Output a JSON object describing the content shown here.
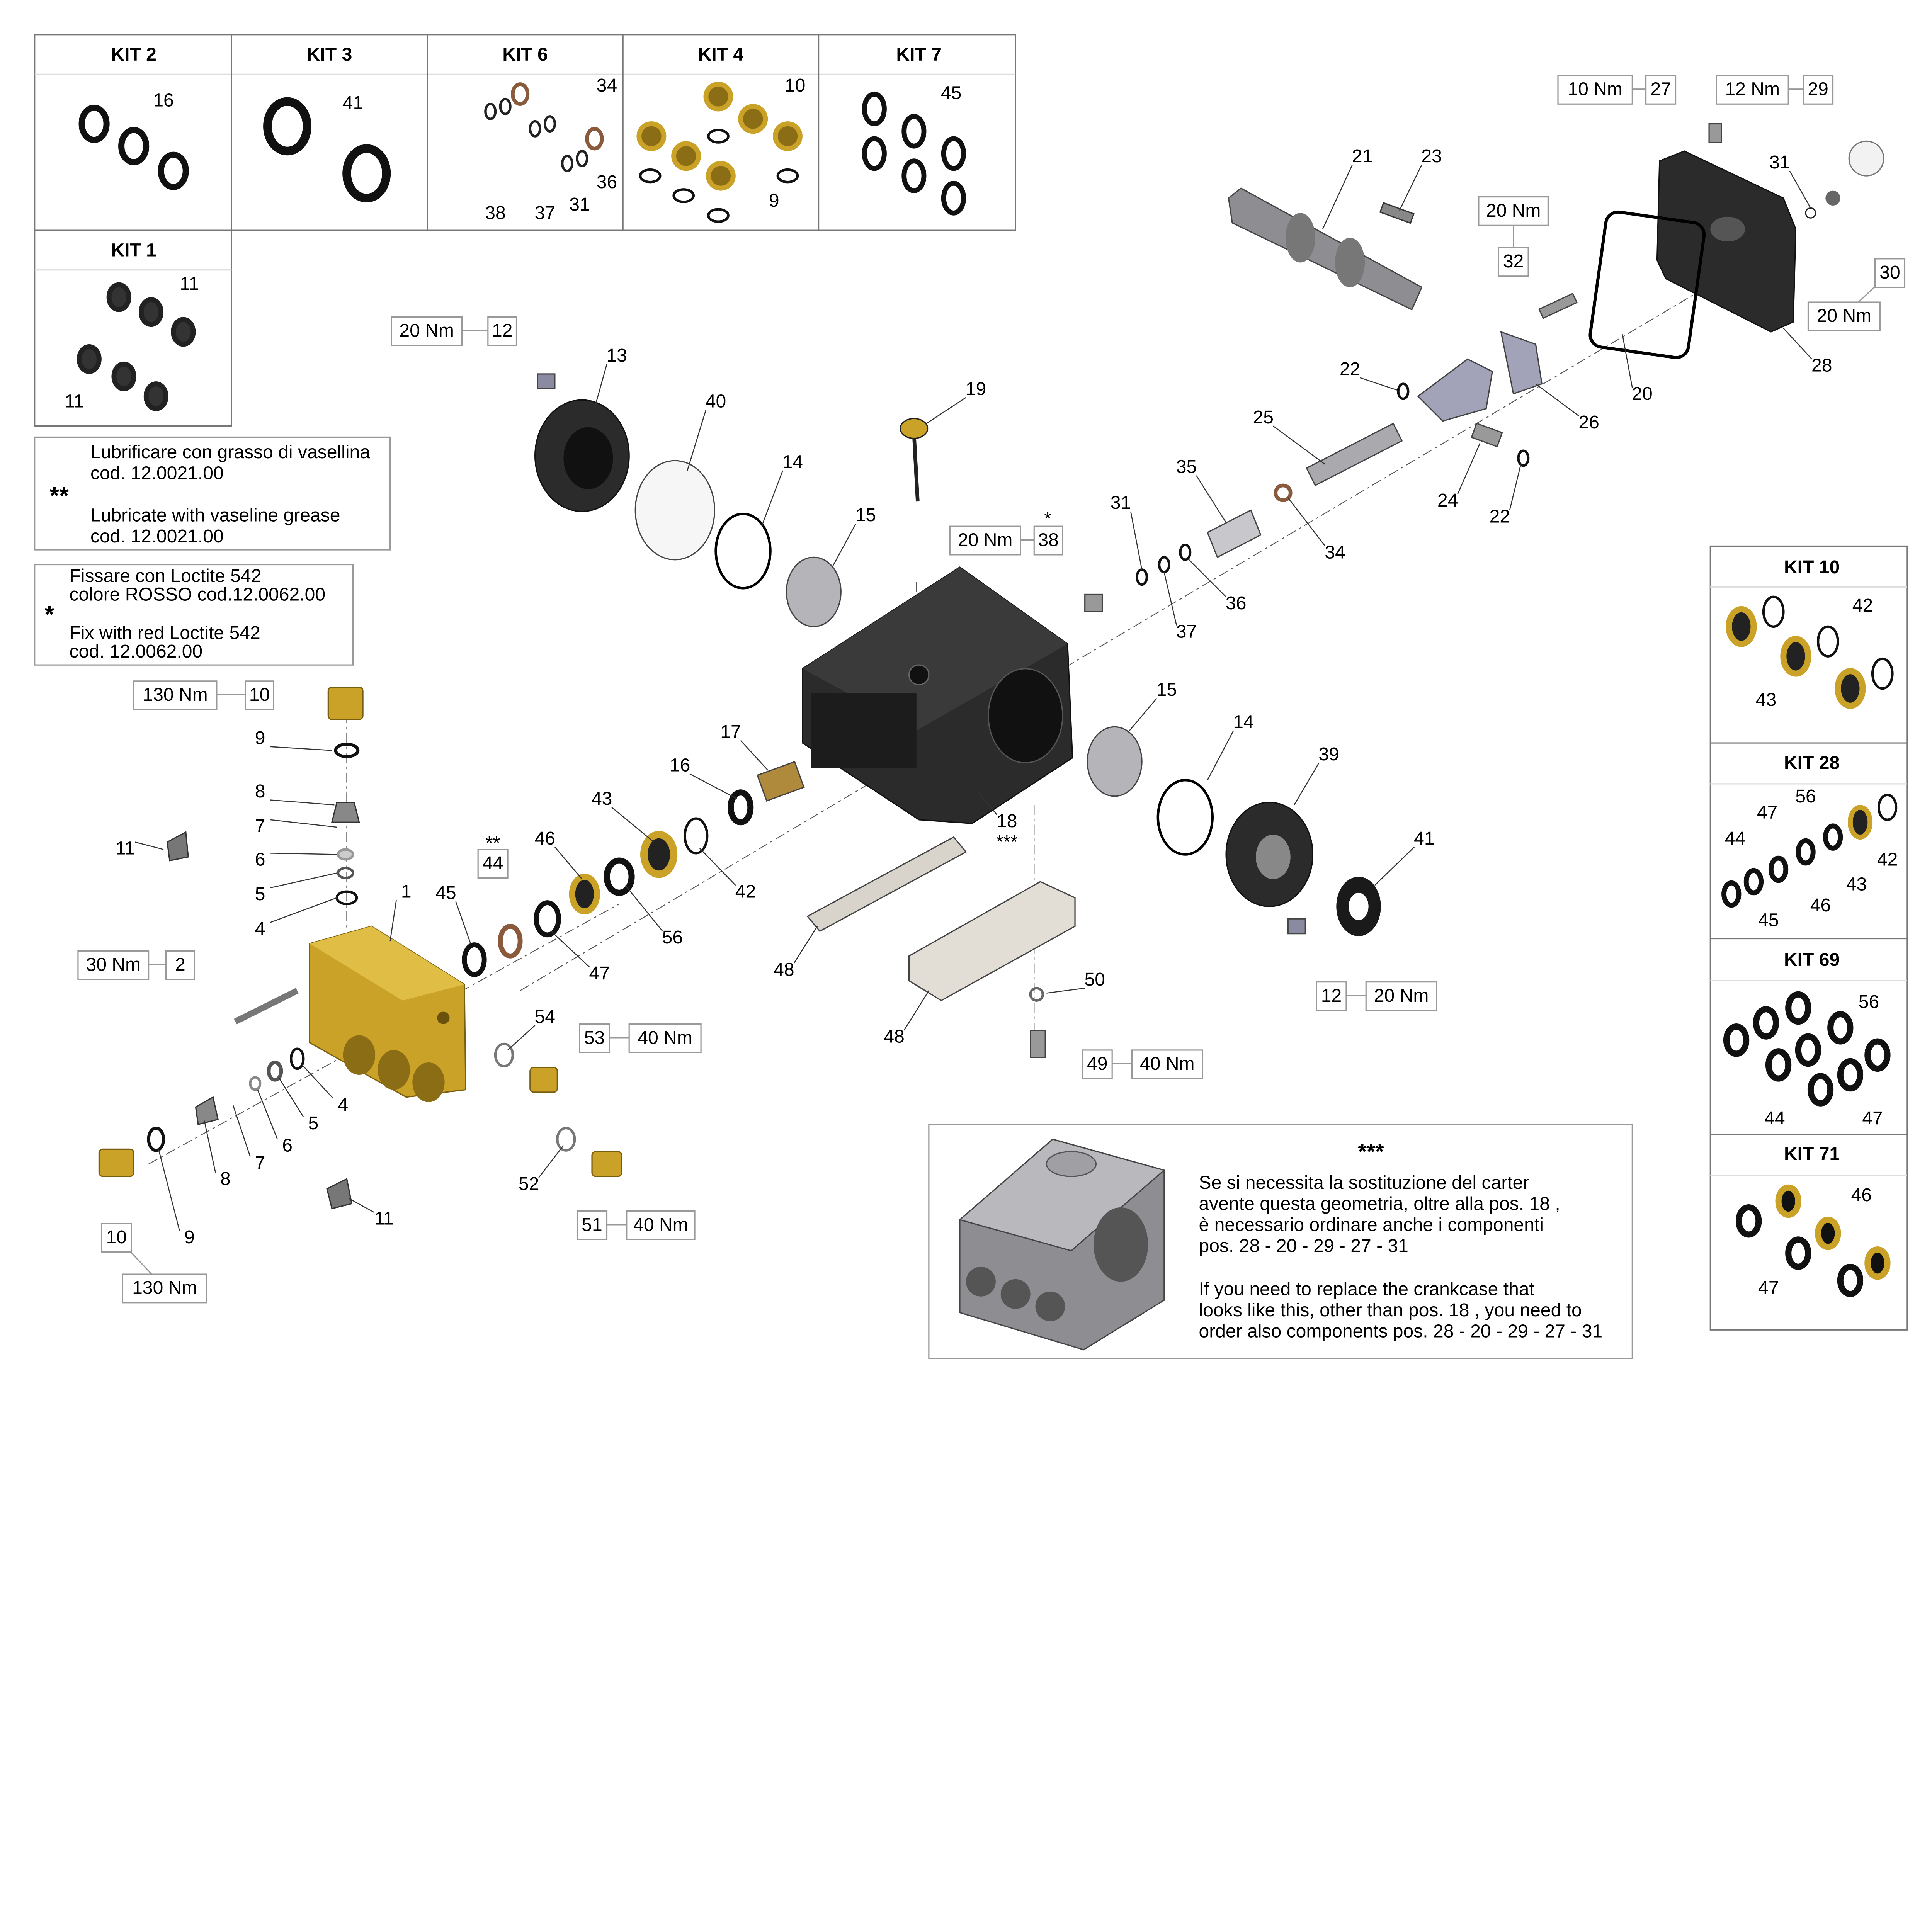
{
  "kits_top": [
    {
      "name": "KIT 2",
      "labels": [
        "16"
      ]
    },
    {
      "name": "KIT 3",
      "labels": [
        "41"
      ]
    },
    {
      "name": "KIT 6",
      "labels": [
        "34",
        "36",
        "38",
        "37",
        "31"
      ]
    },
    {
      "name": "KIT 4",
      "labels": [
        "10",
        "9"
      ]
    },
    {
      "name": "KIT 7",
      "labels": [
        "45"
      ]
    },
    {
      "name": "KIT 1",
      "labels": [
        "11",
        "11"
      ]
    }
  ],
  "kits_right": [
    {
      "name": "KIT 10",
      "labels": [
        "42",
        "43"
      ]
    },
    {
      "name": "KIT 28",
      "labels": [
        "56",
        "47",
        "44",
        "42",
        "43",
        "46",
        "45"
      ]
    },
    {
      "name": "KIT 69",
      "labels": [
        "56",
        "44",
        "47"
      ]
    },
    {
      "name": "KIT 71",
      "labels": [
        "46",
        "47"
      ]
    }
  ],
  "callouts": [
    "13",
    "40",
    "14",
    "15",
    "19",
    "21",
    "23",
    "22",
    "25",
    "35",
    "31",
    "36",
    "37",
    "34",
    "24",
    "22",
    "26",
    "20",
    "28",
    "31",
    "17",
    "16",
    "43",
    "46",
    "42",
    "56",
    "47",
    "45",
    "**",
    "18",
    "***",
    "15",
    "14",
    "39",
    "41",
    "48",
    "48",
    "50",
    "9",
    "8",
    "7",
    "6",
    "5",
    "4",
    "11",
    "1",
    "54",
    "4",
    "5",
    "6",
    "7",
    "8",
    "9",
    "11",
    "52",
    "*"
  ],
  "boxed_labels": [
    "44"
  ],
  "torques": [
    {
      "part": "27",
      "torque": "10 Nm"
    },
    {
      "part": "29",
      "torque": "12 Nm"
    },
    {
      "part": "32",
      "torque": "20 Nm"
    },
    {
      "part": "30",
      "torque": "20 Nm"
    },
    {
      "part": "12",
      "torque": "20 Nm"
    },
    {
      "part": "38",
      "torque": "20 Nm"
    },
    {
      "part": "10",
      "torque": "130 Nm"
    },
    {
      "part": "2",
      "torque": "30 Nm"
    },
    {
      "part": "53",
      "torque": "40 Nm"
    },
    {
      "part": "12",
      "torque": "20 Nm"
    },
    {
      "part": "49",
      "torque": "40 Nm"
    },
    {
      "part": "51",
      "torque": "40 Nm"
    },
    {
      "part": "10",
      "torque": "130 Nm"
    }
  ],
  "notes": {
    "grease": {
      "symbol": "**",
      "lines": [
        "Lubrificare con grasso di vasellina",
        "cod. 12.0021.00",
        "Lubricate with vaseline grease",
        "cod. 12.0021.00"
      ]
    },
    "loctite": {
      "symbol": "*",
      "lines": [
        "Fissare con Loctite 542",
        "colore ROSSO cod.12.0062.00",
        "Fix with red Loctite 542",
        "cod. 12.0062.00"
      ]
    },
    "crankcase": {
      "symbol": "***",
      "lines": [
        "Se si necessita la sostituzione del carter",
        "avente questa geometria, oltre alla pos. 18 ,",
        "è necessario ordinare anche i componenti",
        "pos. 28 - 20 - 29 - 27 - 31",
        "If you need to replace the crankcase that",
        "looks like this, other than pos. 18 , you need to",
        "order also components pos. 28 - 20 - 29 - 27 - 31"
      ]
    }
  },
  "colors": {
    "brass": "#c9a227",
    "housing": "#2b2b2b",
    "steel": "#a9a9ae",
    "seal": "#1a1a1a",
    "bronze": "#8a5a3c"
  }
}
